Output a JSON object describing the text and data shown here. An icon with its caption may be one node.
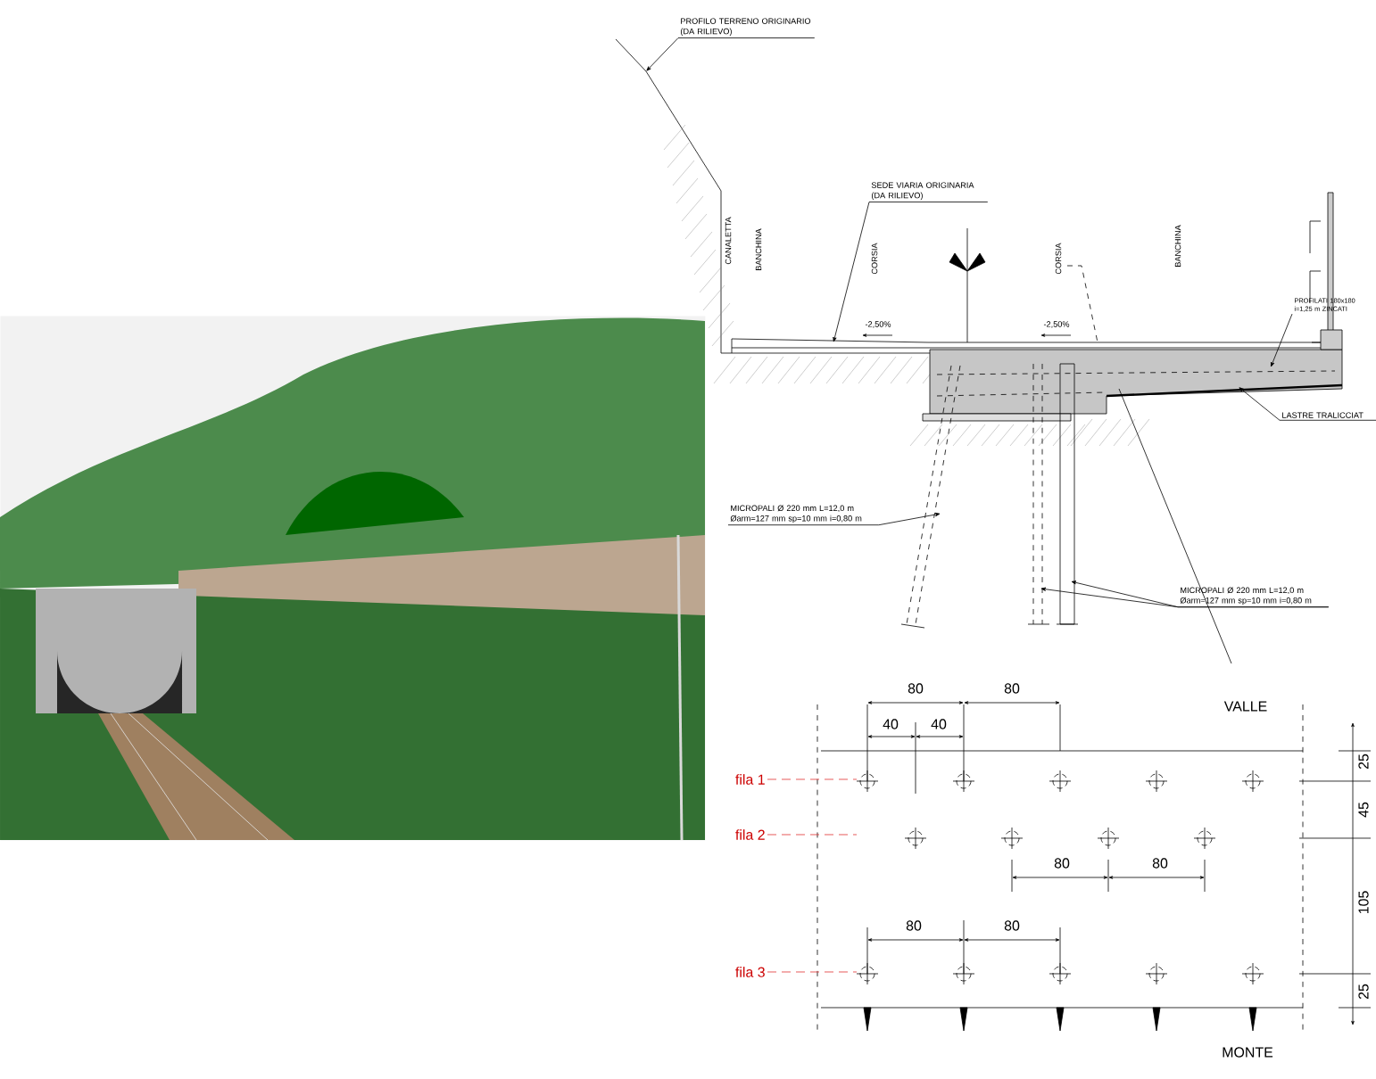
{
  "diagram": {
    "nodes": [
      {
        "text": [],
        "shape": "picture"
      },
      {
        "text": [
          "PROFILO TERRENO ORIGINARIO (DA RILIEVO)"
        ]
      },
      {
        "text": [
          "SEDE VIARIA ORIGINARIA (DA RILIEVO)"
        ]
      },
      {
        "text": [
          "PROFILATI 180x180 i=1,25 m ZINCATI"
        ]
      },
      {
        "text": [
          "LASTRE TRALICCIAT"
        ]
      },
      {
        "text": [
          "MICROPALI Ø 220 mm L=12,0 m Øarm=127 mm sp=10 mm i=0,80 m"
        ]
      },
      {
        "text": [
          "MICROPALI Ø 220 mm L=12,0 m Øarm=127 mm sp=10 mm i=0,80 m"
        ]
      },
      {
        "text": [
          "fila 1"
        ]
      },
      {
        "text": [
          "fila 2"
        ]
      },
      {
        "text": [
          "fila 3"
        ]
      }
    ],
    "edges": [
      {
        "from": 1,
        "to": null,
        "arrow": "to"
      },
      {
        "from": 2,
        "to": null,
        "arrow": "to"
      },
      {
        "from": 3,
        "to": null,
        "arrow": "to"
      },
      {
        "from": 4,
        "to": null,
        "arrow": "to"
      },
      {
        "from": 5,
        "to": null,
        "arrow": "to"
      },
      {
        "from": 6,
        "to": null,
        "arrow": "to"
      },
      {
        "from": 6,
        "to": null,
        "arrow": "to"
      },
      {
        "from": 7,
        "to": null,
        "arrow": "none",
        "style": "dashed",
        "color": "#e03030"
      },
      {
        "from": 8,
        "to": null,
        "arrow": "none",
        "style": "dashed",
        "color": "#e03030"
      },
      {
        "from": 9,
        "to": null,
        "arrow": "none",
        "style": "dashed",
        "color": "#e03030"
      }
    ],
    "labels": [
      "CANALETTA",
      "BANCHINA",
      "CORSIA",
      "CORSIA",
      "BANCHINA",
      "-2,50%",
      "-2,50%",
      "80",
      "80",
      "40",
      "40",
      "VALLE",
      "25",
      "45",
      "80",
      "80",
      "105",
      "80",
      "80",
      "25",
      "MONTE"
    ]
  }
}
